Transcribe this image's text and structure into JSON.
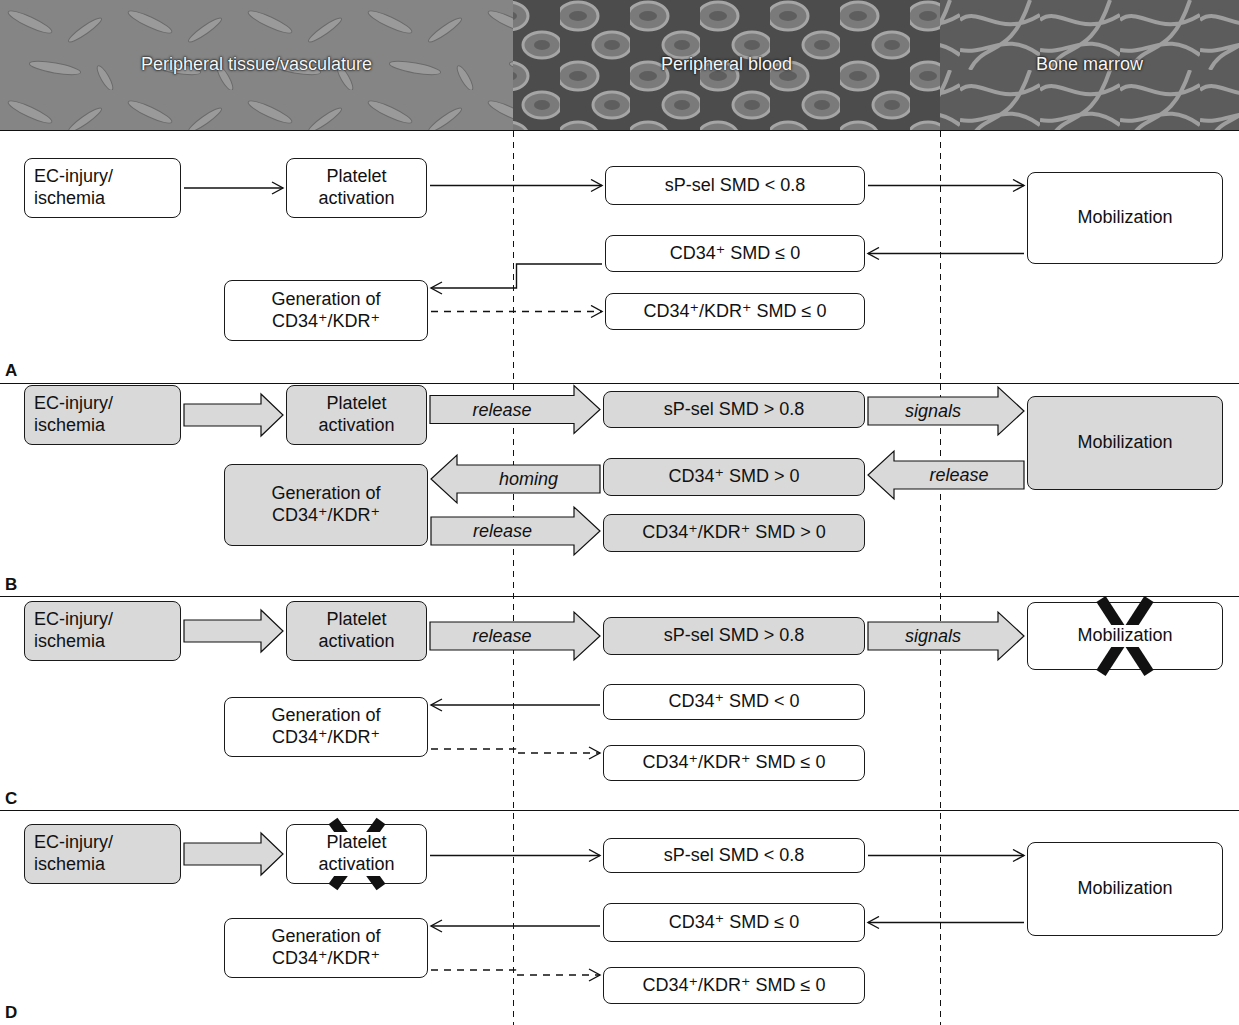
{
  "diagram": {
    "nodes": [
      {
        "text": [
          "Peripheral tissue/vasculature"
        ]
      },
      {
        "text": [
          "Peripheral blood"
        ]
      },
      {
        "text": [
          "Bone marrow"
        ]
      },
      {
        "text": [
          "EC-injury/ ischemia"
        ]
      },
      {
        "text": [
          "Platelet activation"
        ]
      },
      {
        "text": [
          "sP-sel SMD < 0.8"
        ]
      },
      {
        "text": [
          "Mobilization"
        ]
      },
      {
        "text": [
          "CD34⁺ SMD ≤ 0"
        ]
      },
      {
        "text": [
          "Generation of CD34⁺/KDR⁺"
        ]
      },
      {
        "text": [
          "CD34⁺/KDR⁺ SMD ≤ 0"
        ]
      },
      {
        "text": [
          "EC-injury/ ischemia"
        ]
      },
      {
        "text": [
          "Platelet activation"
        ]
      },
      {
        "text": [
          "sP-sel SMD > 0.8"
        ]
      },
      {
        "text": [
          "Mobilization"
        ]
      },
      {
        "text": [
          "CD34⁺ SMD > 0"
        ]
      },
      {
        "text": [
          "Generation of CD34⁺/KDR⁺"
        ]
      },
      {
        "text": [
          "CD34⁺/KDR⁺ SMD > 0"
        ]
      },
      {
        "text": [
          "EC-injury/ ischemia"
        ]
      },
      {
        "text": [
          "Platelet activation"
        ]
      },
      {
        "text": [
          "sP-sel SMD > 0.8"
        ]
      },
      {
        "text": [
          "Mobilization"
        ]
      },
      {
        "text": [
          "CD34⁺ SMD < 0"
        ]
      },
      {
        "text": [
          "Generation of CD34⁺/KDR⁺"
        ]
      },
      {
        "text": [
          "CD34⁺/KDR⁺ SMD ≤ 0"
        ]
      },
      {
        "text": [
          "EC-injury/ ischemia"
        ]
      },
      {
        "text": [
          "Platelet activation"
        ]
      },
      {
        "text": [
          "sP-sel SMD < 0.8"
        ]
      },
      {
        "text": [
          "Mobilization"
        ]
      },
      {
        "text": [
          "CD34⁺ SMD ≤ 0"
        ]
      },
      {
        "text": [
          "Generation of CD34⁺/KDR⁺"
        ]
      },
      {
        "text": [
          "CD34⁺/KDR⁺ SMD ≤ 0"
        ]
      }
    ],
    "edges": [
      {
        "from": 3,
        "to": 4,
        "arrow": "to"
      },
      {
        "from": 4,
        "to": 5,
        "arrow": "to"
      },
      {
        "from": 5,
        "to": 6,
        "arrow": "to"
      },
      {
        "from": 6,
        "to": 7,
        "arrow": "to"
      },
      {
        "from": 7,
        "to": 8,
        "arrow": "to"
      },
      {
        "from": 8,
        "to": 9,
        "arrow": "to"
      },
      {
        "from": 10,
        "to": 11,
        "arrow": "to"
      },
      {
        "from": 11,
        "to": 12,
        "label": "release",
        "arrow": "to"
      },
      {
        "from": 12,
        "to": 13,
        "label": "signals",
        "arrow": "to"
      },
      {
        "from": 13,
        "to": 14,
        "label": "release",
        "arrow": "to"
      },
      {
        "from": 14,
        "to": 15,
        "label": "homing",
        "arrow": "to"
      },
      {
        "from": 15,
        "to": 16,
        "label": "release",
        "arrow": "to"
      },
      {
        "from": 17,
        "to": 18,
        "arrow": "to"
      },
      {
        "from": 18,
        "to": 19,
        "label": "release",
        "arrow": "to"
      },
      {
        "from": 19,
        "to": 20,
        "label": "signals",
        "arrow": "to"
      },
      {
        "from": 21,
        "to": 22,
        "arrow": "to"
      },
      {
        "from": 22,
        "to": 23,
        "arrow": "to"
      },
      {
        "from": 24,
        "to": 25,
        "arrow": "to"
      },
      {
        "from": 25,
        "to": 26,
        "arrow": "to"
      },
      {
        "from": 26,
        "to": 27,
        "arrow": "to"
      },
      {
        "from": 27,
        "to": 28,
        "arrow": "to"
      },
      {
        "from": 28,
        "to": 29,
        "arrow": "to"
      },
      {
        "from": 29,
        "to": 30,
        "arrow": "to"
      }
    ],
    "labels": [
      "A",
      "B",
      "C",
      "D"
    ]
  }
}
